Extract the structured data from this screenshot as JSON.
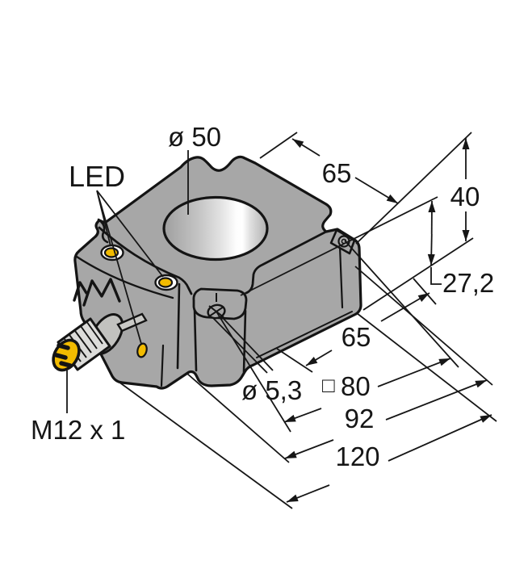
{
  "drawing": {
    "kind": "technical-dimension-drawing",
    "view": "isometric sensor housing with M12 connector"
  },
  "labels": {
    "led": "LED",
    "sensing_face_diameter": "ø 50",
    "mounting_hole_diameter": "ø 5,3",
    "connector_thread": "M12 x 1"
  },
  "dimensions": {
    "top_width": "65",
    "body_height": "40",
    "step_height": "27,2",
    "hole_spacing": "65",
    "square_symbol": "□",
    "square_spacing": "80",
    "spacing_92": "92",
    "overall_length": "120"
  },
  "colors": {
    "body_gray": "#a7a7a7",
    "led_yellow": "#f2bb00",
    "connector_face_yellow": "#f2bb00",
    "barrel_gray": "#dcdcda",
    "collar_gray": "#c2c2bf",
    "outline_black": "#141414",
    "background": "#ffffff"
  }
}
